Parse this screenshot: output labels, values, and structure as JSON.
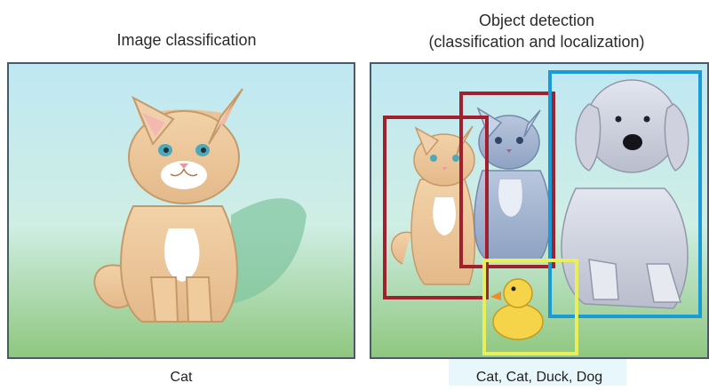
{
  "left": {
    "title": "Image classification",
    "caption": "Cat"
  },
  "right": {
    "title_line1": "Object detection",
    "title_line2": "(classification and localization)",
    "caption": "Cat, Cat, Duck, Dog"
  },
  "colors": {
    "cat_box": "#a0202e",
    "dog_box": "#1a9ad6",
    "duck_box": "#e8ef5a",
    "sky_top": "#bfe8f3",
    "grass_bottom": "#8fc77f"
  }
}
